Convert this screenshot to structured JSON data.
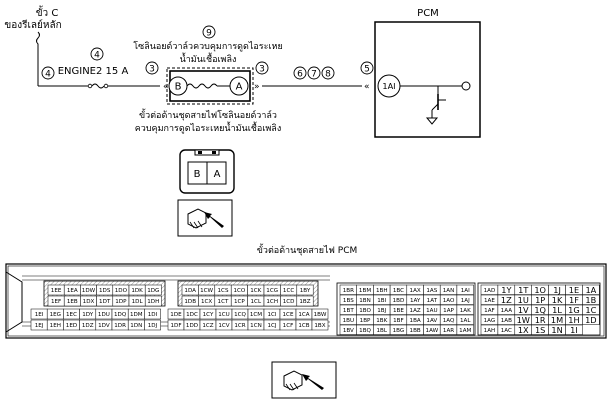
{
  "labels": {
    "relay_line1": "ขั้ว C",
    "relay_line2": "ของรีเลย์หลัก",
    "fuse_label": "ENGINE2 15 A",
    "pcm_title": "PCM",
    "solenoid_line1": "โซลินอยด์วาล์วควบคุมการดูดไอระเหย",
    "solenoid_line2": "น้ำมันเชื้อเพลิง",
    "harness_line1": "ขั้วต่อด้านชุดสายไฟโซลินอยด์วาล์ว",
    "harness_line2": "ควบคุมการดูดไอระเหยน้ำมันเชื้อเพลิง",
    "pcm_harness_title": "ขั้วต่อด้านชุดสายไฟ PCM",
    "pin_B": "B",
    "pin_A": "A",
    "pcm_pin": "1AI"
  },
  "refs": {
    "fuse_top": "4",
    "fuse_left": "4",
    "sol_top": "9",
    "sol_left": "3",
    "sol_right": "3",
    "r6": "6",
    "r7": "7",
    "r8": "8",
    "pcm_in": "5"
  },
  "connector_pins": [
    "B",
    "A"
  ],
  "pcm_connector": {
    "blockA": [
      [
        "1EE",
        "1EA",
        "1DW",
        "1DS",
        "1DO",
        "1DK",
        "1DG"
      ],
      [
        "1EF",
        "1EB",
        "1DX",
        "1DT",
        "1DP",
        "1DL",
        "1DH"
      ],
      [
        "1EI",
        "1EG",
        "1EC",
        "1DY",
        "1DU",
        "1DQ",
        "1DM",
        "1DI"
      ],
      [
        "1EJ",
        "1EH",
        "1ED",
        "1DZ",
        "1DV",
        "1DR",
        "1DN",
        "1DJ"
      ]
    ],
    "blockB": [
      [
        "1DA",
        "1CW",
        "1CS",
        "1CO",
        "1CK",
        "1CG",
        "1CC",
        "1BY"
      ],
      [
        "1DB",
        "1CX",
        "1CT",
        "1CP",
        "1CL",
        "1CH",
        "1CD",
        "1BZ"
      ],
      [
        "1DE",
        "1DC",
        "1CY",
        "1CU",
        "1CQ",
        "1CM",
        "1CI",
        "1CE",
        "1CA",
        "1BW"
      ],
      [
        "1DF",
        "1DD",
        "1CZ",
        "1CV",
        "1CR",
        "1CN",
        "1CJ",
        "1CF",
        "1CB",
        "1BX"
      ]
    ],
    "blockC": [
      [
        "1BR",
        "1BM",
        "1BH",
        "1BC",
        "1AX",
        "1AS",
        "1AN",
        "1AI"
      ],
      [
        "1BS",
        "1BN",
        "1BI",
        "1BD",
        "1AY",
        "1AT",
        "1AO",
        "1AJ"
      ],
      [
        "1BT",
        "1BO",
        "1BJ",
        "1BE",
        "1AZ",
        "1AU",
        "1AP",
        "1AK"
      ],
      [
        "1BU",
        "1BP",
        "1BK",
        "1BF",
        "1BA",
        "1AV",
        "1AQ",
        "1AL"
      ],
      [
        "1BV",
        "1BQ",
        "1BL",
        "1BG",
        "1BB",
        "1AW",
        "1AR",
        "1AM"
      ]
    ],
    "blockD": [
      [
        "1AD",
        "1Y",
        "1T",
        "1O",
        "1J",
        "1E",
        "1A"
      ],
      [
        "1AE",
        "1Z",
        "1U",
        "1P",
        "1K",
        "1F",
        "1B"
      ],
      [
        "1AF",
        "1AA",
        "1V",
        "1Q",
        "1L",
        "1G",
        "1C"
      ],
      [
        "1AG",
        "1AB",
        "1W",
        "1R",
        "1M",
        "1H",
        "1D"
      ],
      [
        "1AH",
        "1AC",
        "1X",
        "1S",
        "1N",
        "1I"
      ]
    ]
  }
}
